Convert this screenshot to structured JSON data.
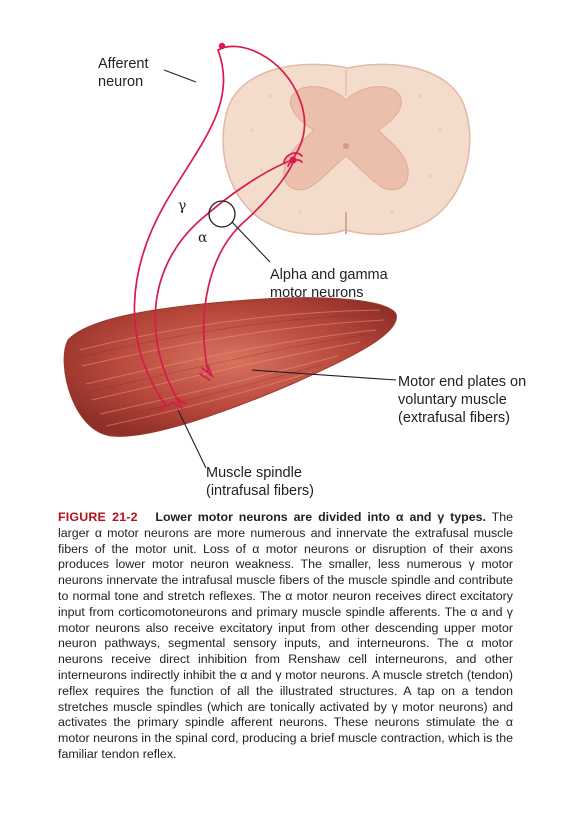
{
  "labels": {
    "afferent": [
      "Afferent",
      "neuron"
    ],
    "gamma": "γ",
    "alpha": "α",
    "motor_neurons": [
      "Alpha and gamma",
      "motor neurons"
    ],
    "end_plates": [
      "Motor end plates on",
      "voluntary muscle",
      "(extrafusal fibers)"
    ],
    "spindle": [
      "Muscle spindle",
      "(intrafusal fibers)"
    ]
  },
  "caption": {
    "label": "FIGURE 21-2",
    "title": "Lower motor neurons are divided into α and γ types.",
    "body": "The larger α motor neurons are more numerous and innervate the extrafusal muscle fibers of the motor unit. Loss of α motor neurons or disruption of their axons produces lower motor neuron weakness. The smaller, less numerous γ motor neurons innervate the intrafusal muscle fibers of the muscle spindle and contribute to normal tone and stretch reflexes. The α motor neuron receives direct excitatory input from corticomotoneurons and primary muscle spindle afferents. The α and γ motor neurons also receive excitatory input from other descending upper motor neuron pathways, segmental sensory inputs, and interneurons. The α motor neurons receive direct inhibition from Renshaw cell interneurons, and other interneurons indirectly inhibit the α and γ motor neurons. A muscle stretch (tendon) reflex requires the function of all the illustrated structures. A tap on a tendon stretches muscle spindles (which are tonically activated by γ motor neurons) and activates the primary spindle afferent neurons. These neurons stimulate the α motor neurons in the spinal cord, producing a brief muscle contraction, which is the familiar tendon reflex."
  },
  "colors": {
    "nerve": "#d81b4a",
    "cord_outer": "#f4d9c8",
    "cord_inner": "#e9bba6",
    "muscle": "#c0473b",
    "caption_label": "#b5121b"
  }
}
